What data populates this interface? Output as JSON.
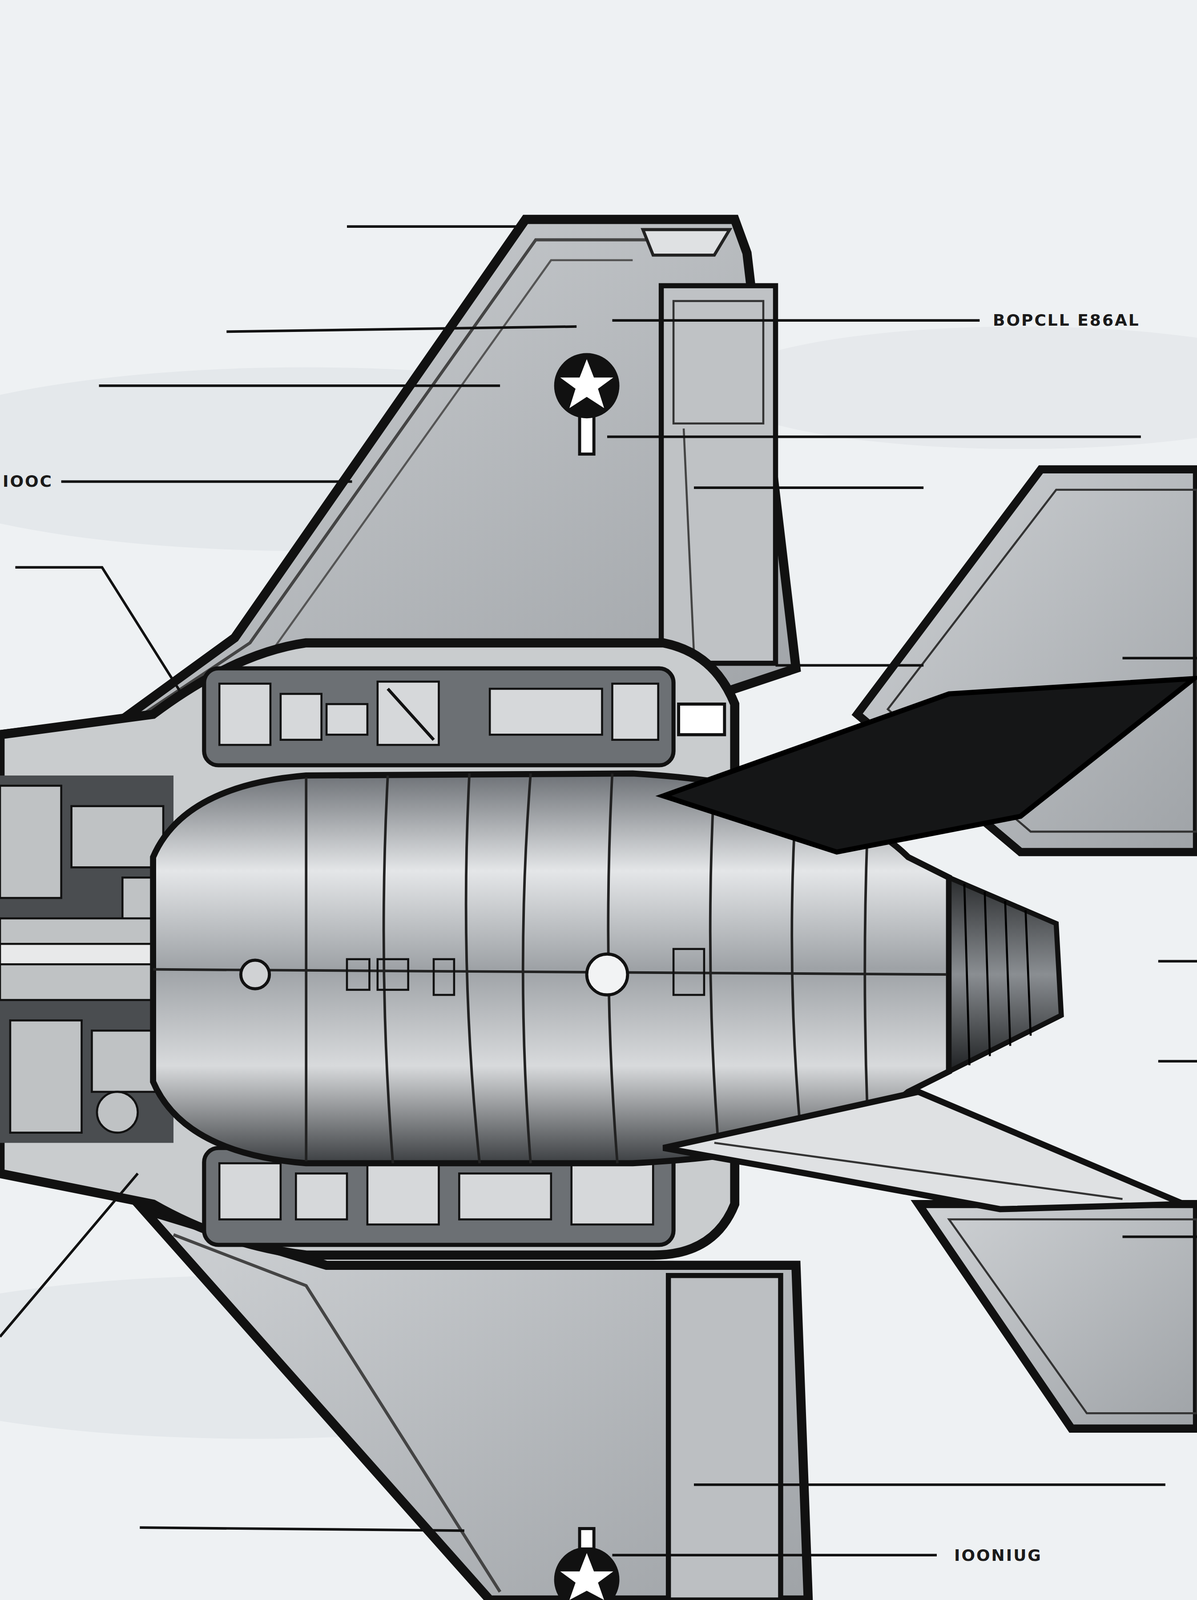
{
  "diagram": {
    "labels": [
      "BOPCLL E86AL",
      "IOOC",
      "IOONIUG"
    ]
  }
}
